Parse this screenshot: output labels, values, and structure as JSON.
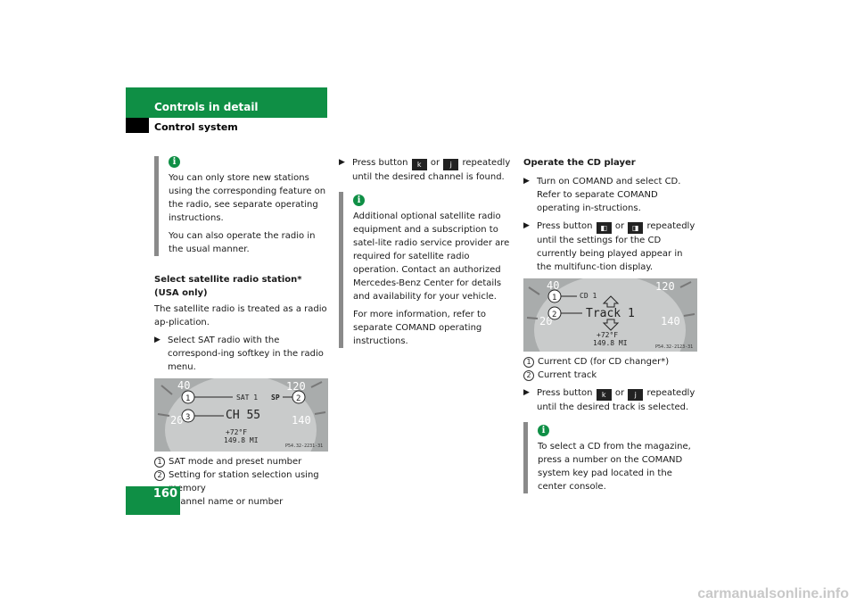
{
  "header": {
    "title": "Controls in detail",
    "subtitle": "Control system"
  },
  "page_number": "160",
  "col1": {
    "note": {
      "icon": "info-icon",
      "paragraphs": [
        "You can only store new stations using the corresponding feature on the radio, see separate operating instructions.",
        "You can also operate the radio in the usual manner."
      ]
    },
    "heading_line1": "Select satellite radio station*",
    "heading_line2": "(USA only)",
    "intro": "The satellite radio is treated as a radio ap-plication.",
    "step": "Select SAT radio with the correspond-ing softkey in the radio menu.",
    "display": {
      "mode": "SAT 1",
      "sp": "SP",
      "channel": "CH 55",
      "temp": "+72°F",
      "miles": "149.8 MI",
      "ref": "P54.32-2231-31",
      "g40": "40",
      "g20": "20",
      "g120": "120",
      "g140": "140",
      "c1": "1",
      "c2": "2",
      "c3": "3"
    },
    "legend": [
      {
        "num": "1",
        "text": "SAT mode and preset number"
      },
      {
        "num": "2",
        "text": "Setting for station selection using memory"
      },
      {
        "num": "3",
        "text": "Channel name or number"
      }
    ]
  },
  "col2": {
    "step_a": "Press button",
    "btn_up": "k",
    "step_or": "or",
    "btn_down": "j",
    "step_b": "repeatedly until the desired channel is found.",
    "note": {
      "icon": "info-icon",
      "paragraphs": [
        "Additional optional satellite radio equipment and a subscription to satel-lite radio service provider are required for satellite radio operation. Contact an authorized Mercedes-Benz Center for details and availability for your vehicle.",
        "For more information, refer to separate COMAND operating instructions."
      ]
    }
  },
  "col3": {
    "heading": "Operate the CD player",
    "step1": "Turn on COMAND and select CD. Refer to separate COMAND operating in-structions.",
    "step2_a": "Press button",
    "btn_prev": "◧",
    "step2_or": "or",
    "btn_next": "◨",
    "step2_b": "repeatedly until the settings for the CD currently being played appear in the multifunc-tion display.",
    "display": {
      "cd": "CD 1",
      "track": "Track 1",
      "temp": "+72°F",
      "miles": "149.8 MI",
      "ref": "P54.32-2123-31",
      "g40": "40",
      "g20": "20",
      "g120": "120",
      "g140": "140",
      "c1": "1",
      "c2": "2"
    },
    "legend": [
      {
        "num": "1",
        "text": "Current CD (for CD changer*)"
      },
      {
        "num": "2",
        "text": "Current track"
      }
    ],
    "step3_a": "Press button",
    "btn_up": "k",
    "step3_or": "or",
    "btn_down": "j",
    "step3_b": "repeatedly until the desired track is selected.",
    "note": {
      "icon": "info-icon",
      "paragraph": "To select a CD from the magazine, press a number on the COMAND system key pad located in the center console."
    }
  },
  "watermark": "carmanualsonline.info"
}
